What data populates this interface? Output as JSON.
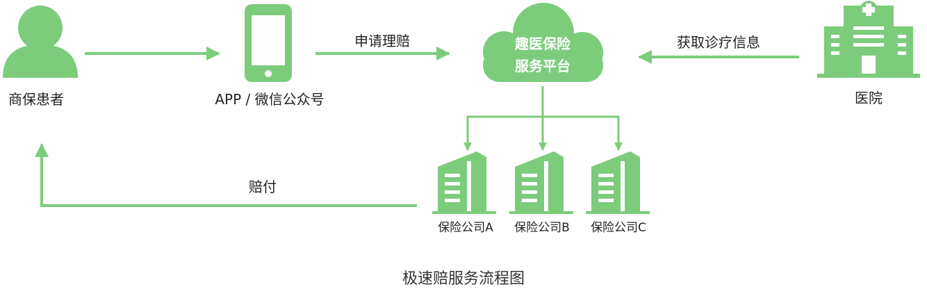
{
  "colors": {
    "accent": "#7ccc7c",
    "accent_dark": "#5fb55f",
    "text": "#222222",
    "cloud_text": "#ffffff"
  },
  "nodes": {
    "patient": {
      "label": "商保患者",
      "icon": "user-icon"
    },
    "app": {
      "label": "APP / 微信公众号",
      "icon": "smartphone-icon"
    },
    "platform": {
      "label_line1": "趣医保险",
      "label_line2": "服务平台",
      "icon": "cloud-icon"
    },
    "hospital": {
      "label": "医院",
      "icon": "hospital-icon"
    },
    "companies": [
      {
        "label": "保险公司A",
        "icon": "building-icon"
      },
      {
        "label": "保险公司B",
        "icon": "building-icon"
      },
      {
        "label": "保险公司C",
        "icon": "building-icon"
      }
    ]
  },
  "edges": {
    "apply_claim": "申请理赔",
    "get_info": "获取诊疗信息",
    "payout": "赔付"
  },
  "caption": "极速赔服务流程图"
}
